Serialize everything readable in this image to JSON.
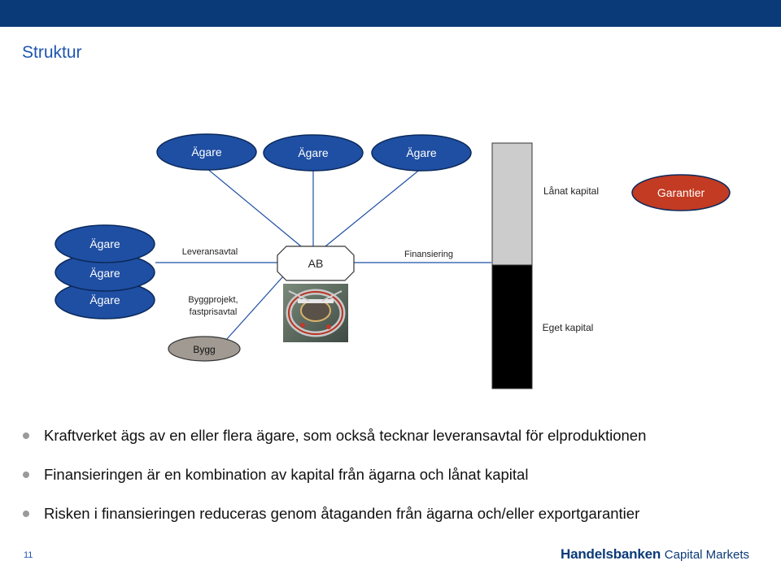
{
  "header": {
    "title": "Struktur"
  },
  "diagram": {
    "top_owners": [
      "Ägare",
      "Ägare",
      "Ägare"
    ],
    "side_owners": [
      "Ägare",
      "Ägare",
      "Ägare"
    ],
    "center_node": "AB",
    "builder_node": "Bygg",
    "labels": {
      "supply_contract": "Leveransavtal",
      "construction_line1": "Byggprojekt,",
      "construction_line2": "fastprisavtal",
      "financing": "Finansiering",
      "borrowed_capital": "Lånat kapital",
      "equity": "Eget kapital",
      "guarantees": "Garantier"
    }
  },
  "bullets": [
    "Kraftverket ägs av en eller flera ägare, som också tecknar leveransavtal för elproduktionen",
    "Finansieringen är en kombination av kapital från ägarna och lånat kapital",
    "Risken i finansieringen reduceras genom åtaganden från ägarna och/eller exportgarantier"
  ],
  "footer": {
    "page_number": "11",
    "brand_name": "Handelsbanken",
    "brand_suffix": "Capital Markets"
  },
  "colors": {
    "top_bar": "#0b3a78",
    "owner_fill": "#1f4fa3",
    "guarantee_fill": "#c23b22",
    "title": "#1f56b0"
  }
}
